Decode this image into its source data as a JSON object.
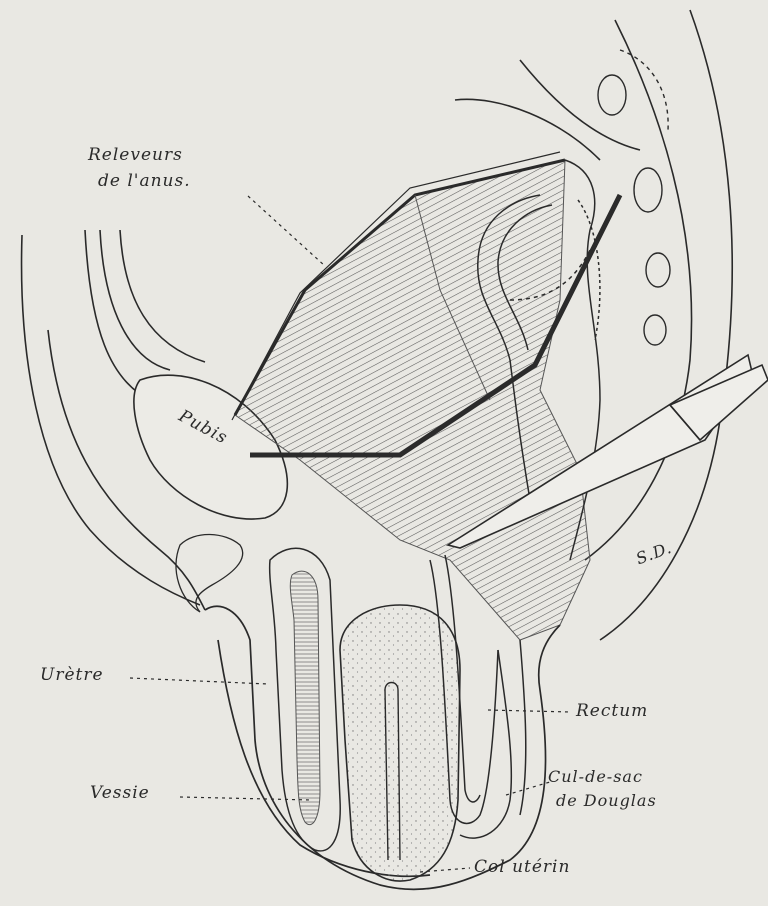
{
  "labels": {
    "releveurs_line1": "Releveurs",
    "releveurs_line2": "de l'anus.",
    "pubis": "Pubis",
    "uretre": "Urètre",
    "vessie": "Vessie",
    "rectum": "Rectum",
    "cul_de_sac_line1": "Cul-de-sac",
    "cul_de_sac_line2": "de Douglas",
    "col_uterin": "Col utérin",
    "signature": "S.D."
  },
  "colors": {
    "paper": "#e9e8e3",
    "ink": "#2a2a2a",
    "muscle_stroke": "#555555",
    "incision": "#2b2b2b"
  }
}
